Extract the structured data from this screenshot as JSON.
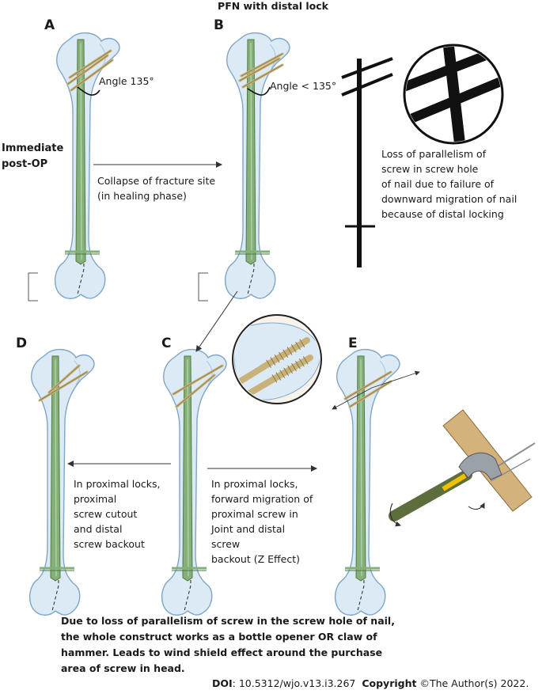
{
  "title": "PFN with distal lock",
  "panels": {
    "A": "A",
    "B": "B",
    "C": "C",
    "D": "D",
    "E": "E"
  },
  "angle_a": "Angle 135°",
  "angle_b": "Angle < 135°",
  "immediate_postop": [
    "Immediate",
    "post-OP"
  ],
  "collapse_text": [
    "Collapse of fracture site",
    "(in healing phase)"
  ],
  "loss_text": [
    "Loss of parallelism of",
    "screw in screw hole",
    "of nail due to failure of",
    "downward migration of nail",
    "because of distal locking"
  ],
  "left_text": [
    "In proximal locks,",
    "proximal",
    "screw cutout",
    "and distal",
    "screw backout"
  ],
  "right_text": [
    "In proximal locks,",
    "forward migration of",
    "proximal screw in",
    "Joint and distal",
    "screw",
    "backout (Z Effect)"
  ],
  "caption": [
    "Due to loss of parallelism of screw in the screw hole of nail,",
    "the whole construct works as a bottle opener OR claw of",
    "hammer. Leads to wind shield effect around the purchase",
    "area of screw in head."
  ],
  "footer": {
    "doi_label": "DOI",
    "doi_value": ": 10.5312/wjo.v13.i3.267",
    "copyright_label": "Copyright",
    "copyright_value": " ©The Author(s) 2022."
  },
  "colors": {
    "bone_fill": "#dceaf5",
    "bone_stroke": "#7ea6c9",
    "nail": "#86b07a",
    "nail_dark": "#4d7a44",
    "screw": "#c8b27a",
    "hammer_handle": "#5d6e3d",
    "hammer_head": "#9aa1a8",
    "hammer_ring": "#f0c000",
    "wood": "#d4b27c"
  }
}
